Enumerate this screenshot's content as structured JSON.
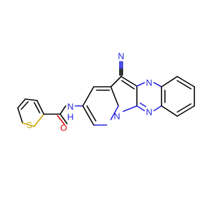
{
  "labels": {
    "nitrile_n": "N",
    "amide_nh": "N",
    "amide_h": "H",
    "amide_o": "O",
    "thiophene_s": "S",
    "pyrazine_n_top": "N",
    "pyrazine_n_bottom": "N",
    "bridgehead_n": "N"
  },
  "colors": {
    "carbon": "#000000",
    "nitrogen": "#1f1fe0",
    "oxygen": "#e00000",
    "sulfur": "#c7a300"
  }
}
